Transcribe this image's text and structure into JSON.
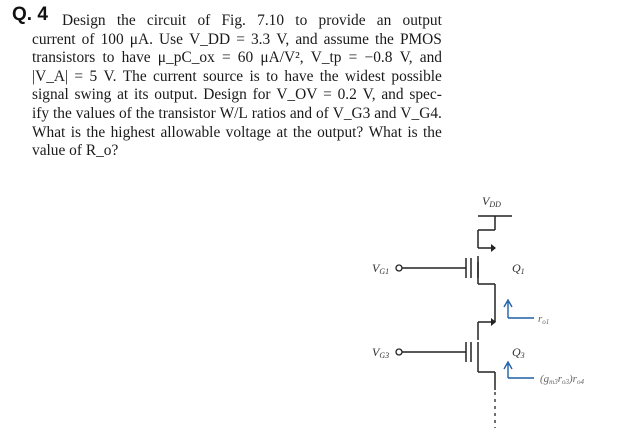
{
  "question": {
    "number": "Q. 4",
    "lines": [
      "Design the circuit of Fig. 7.10 to provide an output",
      "current of 100 μA. Use V_DD = 3.3 V, and assume the PMOS",
      "transistors to have μ_pC_ox = 60 μA/V², V_tp = −0.8 V, and",
      "|V_A| = 5 V. The current source is to have the widest possible",
      "signal swing at its output. Design for V_OV = 0.2 V, and spec-",
      "ify the values of the transistor W/L ratios and of V_G3 and V_G4.",
      "What is the highest allowable voltage at the output? What is the",
      "value of R_o?"
    ]
  },
  "circuit": {
    "supply_label": "V_DD",
    "gate_top_label": "V_G1",
    "gate_bottom_label": "V_G3",
    "q_top_label": "Q_1",
    "q_bottom_label": "Q_3",
    "r_top_label": "r_o1",
    "r_bottom_label": "(g_m3 r_o3)r_o4",
    "arrow_color": "#1f5fa8"
  }
}
